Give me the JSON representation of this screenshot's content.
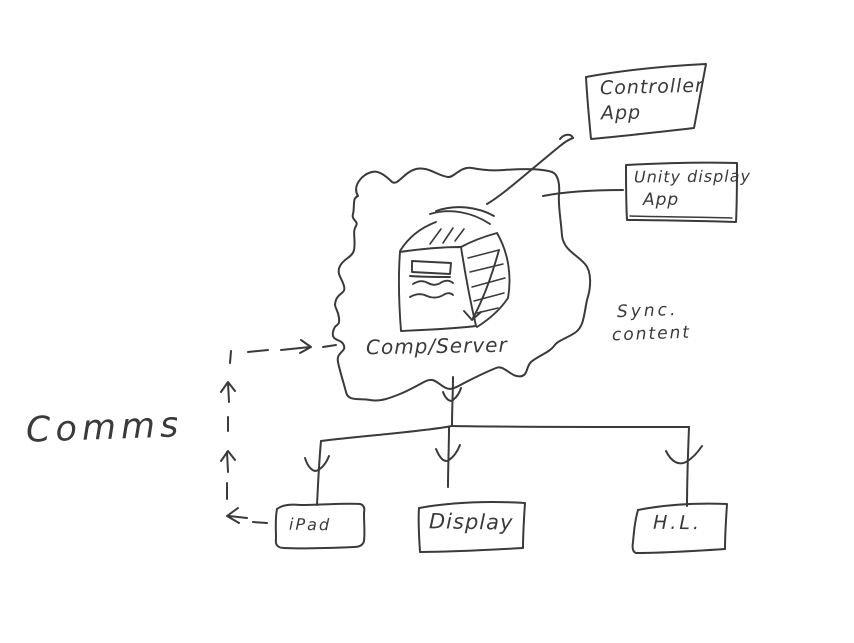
{
  "diagram": {
    "kind": "hand-drawn architecture sketch",
    "colors": {
      "ink": "#3a3a3a",
      "background": "#ffffff"
    },
    "nodes": {
      "controller_app": {
        "line1": "Controller",
        "line2": "App"
      },
      "unity_display_app": {
        "line1": "Unity display",
        "line2": "App"
      },
      "comp_server": {
        "label": "Comp/Server",
        "shape": "cloud with computer sketch"
      },
      "ipad": {
        "label": "iPad"
      },
      "display": {
        "label": "Display"
      },
      "hl": {
        "label": "H.L."
      }
    },
    "annotations": {
      "sync_line1": "Sync.",
      "sync_line2": "content",
      "comms": "Comms"
    },
    "edges": [
      {
        "from": "Comp/Server",
        "to": "Controller App",
        "style": "solid curved arrow"
      },
      {
        "from": "Unity display App",
        "to": "Comp/Server",
        "style": "solid line"
      },
      {
        "from": "Comp/Server",
        "to": "distribution line",
        "style": "solid arrow down"
      },
      {
        "from": "distribution line",
        "to": "iPad",
        "style": "solid arrow down"
      },
      {
        "from": "distribution line",
        "to": "Display",
        "style": "solid arrow down"
      },
      {
        "from": "distribution line",
        "to": "H.L.",
        "style": "solid arrow down"
      },
      {
        "from": "iPad",
        "to": "Comp/Server cloud",
        "style": "dashed arrows up/left",
        "label": "Comms"
      }
    ]
  }
}
